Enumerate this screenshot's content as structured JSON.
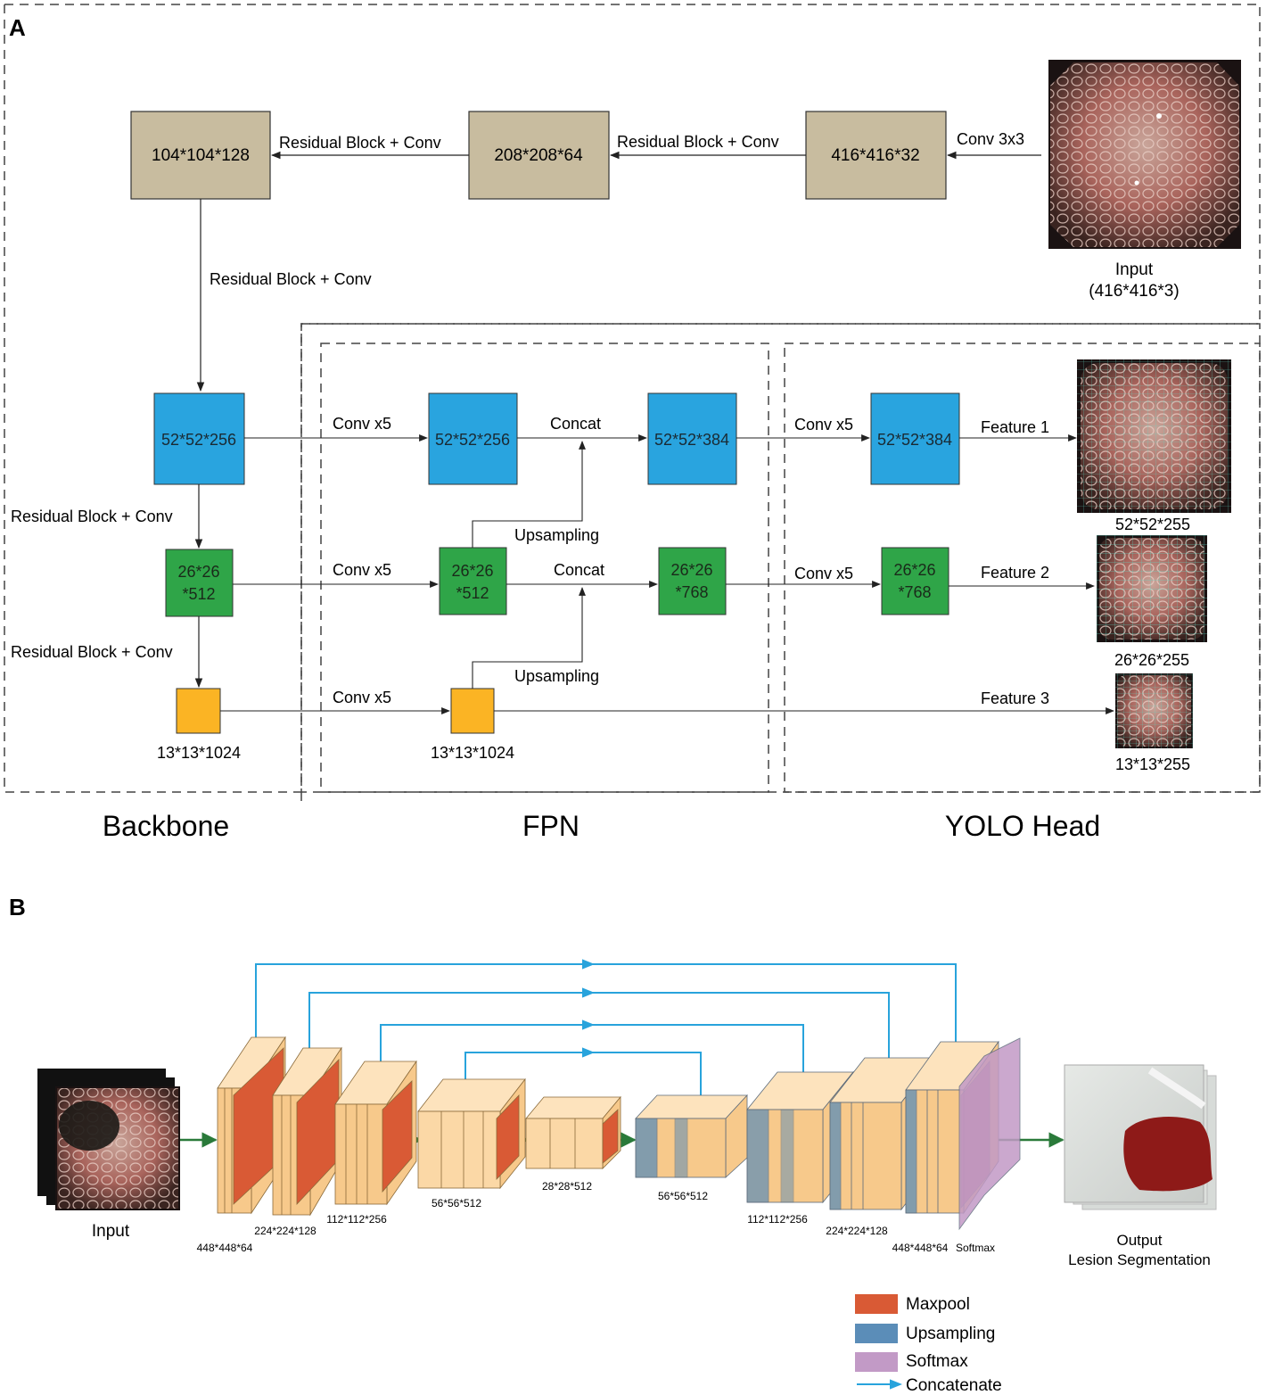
{
  "panel_a": {
    "letter": "A",
    "colors": {
      "tan": "#c8bc9f",
      "blue": "#29a4df",
      "green": "#2fa548",
      "orange": "#fbb424"
    },
    "blocks": {
      "b416": "416*416*32",
      "b208": "208*208*64",
      "b104": "104*104*128",
      "bb52": "52*52*256",
      "bb26_l1": "26*26",
      "bb26_l2": "*512",
      "bb13": "13*13*1024",
      "fpn52": "52*52*256",
      "fpn26_l1": "26*26",
      "fpn26_l2": "*512",
      "fpn13": "13*13*1024",
      "cat52": "52*52*384",
      "cat26_l1": "26*26",
      "cat26_l2": "*768",
      "yh52": "52*52*384",
      "yh26_l1": "26*26",
      "yh26_l2": "*768"
    },
    "edges": {
      "conv3x3": "Conv 3x3",
      "res1": "Residual Block + Conv",
      "res2": "Residual Block + Conv",
      "res_down": "Residual Block + Conv",
      "res_bb1": "Residual Block + Conv",
      "res_bb2": "Residual Block + Conv",
      "conv5_a": "Conv x5",
      "conv5_b": "Conv x5",
      "conv5_c": "Conv x5",
      "conv5_d": "Conv x5",
      "conv5_e": "Conv x5",
      "concat1": "Concat",
      "concat2": "Concat",
      "up1": "Upsampling",
      "up2": "Upsampling",
      "feat1": "Feature 1",
      "feat2": "Feature 2",
      "feat3": "Feature 3"
    },
    "input_label_1": "Input",
    "input_label_2": "(416*416*3)",
    "outputs": {
      "o52": "52*52*255",
      "o26": "26*26*255",
      "o13": "13*13*255"
    },
    "sections": {
      "backbone": "Backbone",
      "fpn": "FPN",
      "head": "YOLO Head"
    }
  },
  "panel_b": {
    "letter": "B",
    "input_label": "Input",
    "output_label_1": "Output",
    "output_label_2": "Lesion Segmentation",
    "encoder": [
      "448*448*64",
      "224*224*128",
      "112*112*256",
      "56*56*512",
      "28*28*512"
    ],
    "decoder": [
      "56*56*512",
      "112*112*256",
      "224*224*128",
      "448*448*64"
    ],
    "softmax_label": "Softmax",
    "legend": [
      {
        "label": "Maxpool",
        "color": "#d95a35"
      },
      {
        "label": "Upsampling",
        "color": "#5b8db8"
      },
      {
        "label": "Softmax",
        "color": "#c29ac6"
      },
      {
        "label": "Concatenate",
        "color": "#28a3dc"
      }
    ],
    "colors": {
      "block": "#f7c98b",
      "block_light": "#fde3bd",
      "skip": "#28a3dc",
      "flow": "#2a7a3a"
    }
  }
}
